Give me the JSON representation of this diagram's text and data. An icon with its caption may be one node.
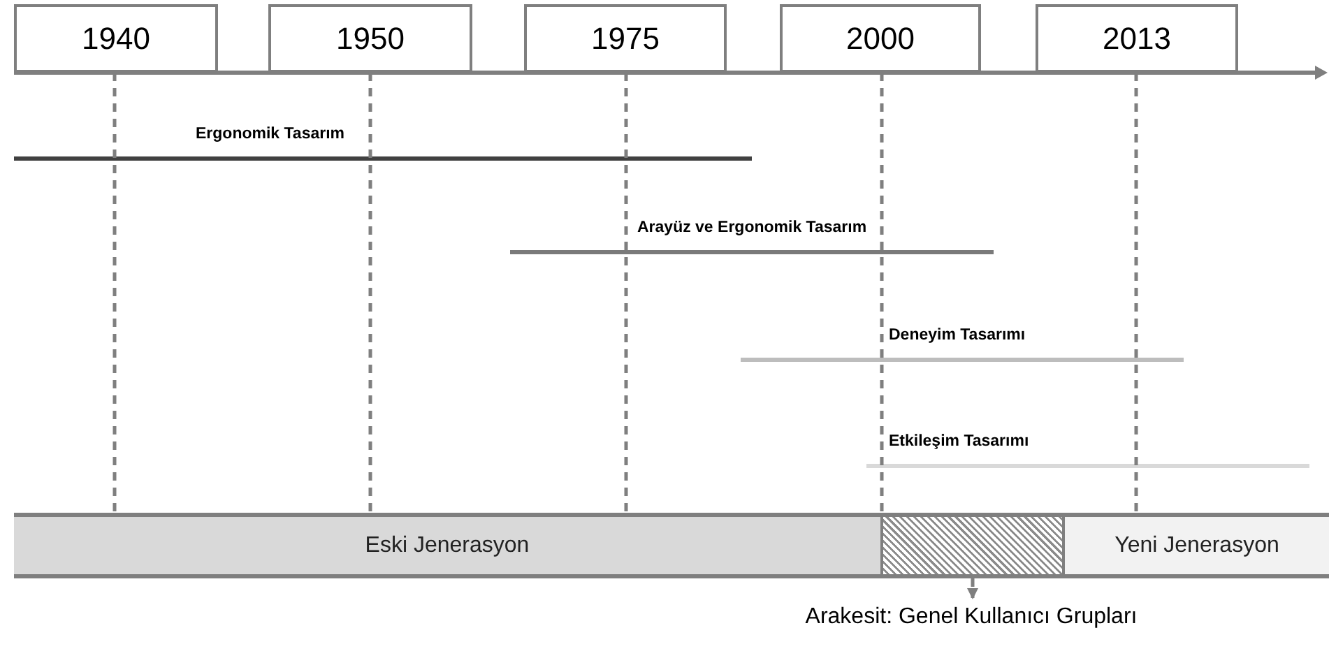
{
  "diagram": {
    "nodes": [
      {
        "text": [
          "1940"
        ]
      },
      {
        "text": [
          "1950"
        ]
      },
      {
        "text": [
          "1975"
        ]
      },
      {
        "text": [
          "2000"
        ]
      },
      {
        "text": [
          "2013"
        ]
      },
      {
        "text": [
          "Eski Jenerasyon"
        ]
      },
      {
        "text": [],
        "shape": "box"
      },
      {
        "text": [
          "Yeni Jenerasyon"
        ]
      },
      {
        "text": [
          "Arakesit: Genel Kullanıcı Grupları"
        ]
      },
      {
        "text": [
          "Ergonomik Tasarım"
        ]
      },
      {
        "text": [
          "Arayüz ve Ergonomik Tasarım"
        ]
      },
      {
        "text": [
          "Deneyim Tasarımı"
        ]
      },
      {
        "text": [
          "Etkileşim Tasarımı"
        ]
      }
    ],
    "edges": [
      {
        "from": 0,
        "to": 5,
        "arrow": "none",
        "style": "dashed"
      },
      {
        "from": 1,
        "to": 5,
        "arrow": "none",
        "style": "dashed"
      },
      {
        "from": 2,
        "to": 5,
        "arrow": "none",
        "style": "dashed"
      },
      {
        "from": 3,
        "to": 6,
        "arrow": "none",
        "style": "dashed"
      },
      {
        "from": 4,
        "to": 7,
        "arrow": "none",
        "style": "dashed"
      },
      {
        "from": 6,
        "to": 8,
        "arrow": "to",
        "style": "dashed"
      }
    ]
  }
}
